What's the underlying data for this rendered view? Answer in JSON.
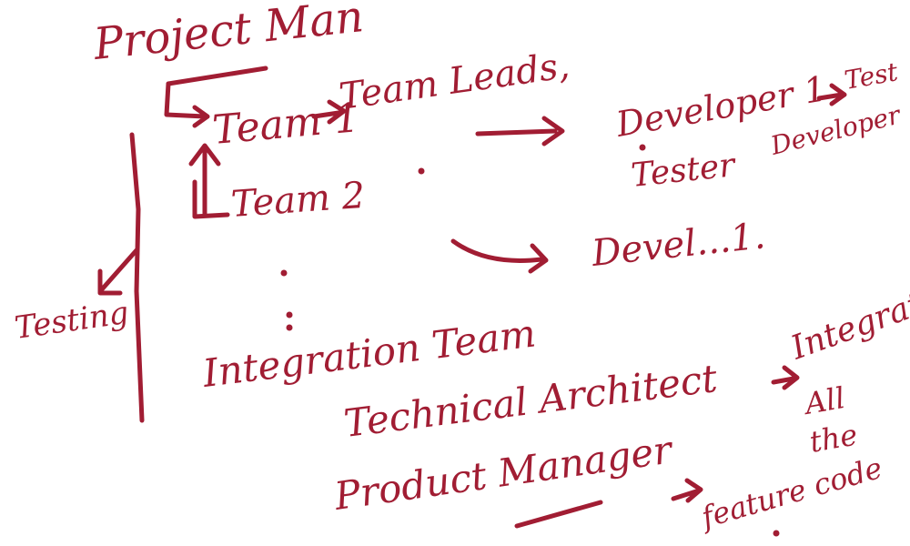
{
  "board": {
    "ink_color": "#a11d33",
    "background": "#ffffff",
    "notes": {
      "project_man": "Project Man",
      "team1": "Team 1",
      "team_leads": "Team Leads,",
      "developer1": "Developer 1",
      "test": "Test",
      "developer": "Developer",
      "tester": "Tester",
      "team2": "Team 2",
      "devel": "Devel...1.",
      "testing": "Testing",
      "integration_team": "Integration Team",
      "technical_architect": "Technical Architect",
      "integrate": "Integrate",
      "product_manager": "Product Manager",
      "all": "All",
      "the": "the",
      "feature_code": "feature code"
    }
  }
}
